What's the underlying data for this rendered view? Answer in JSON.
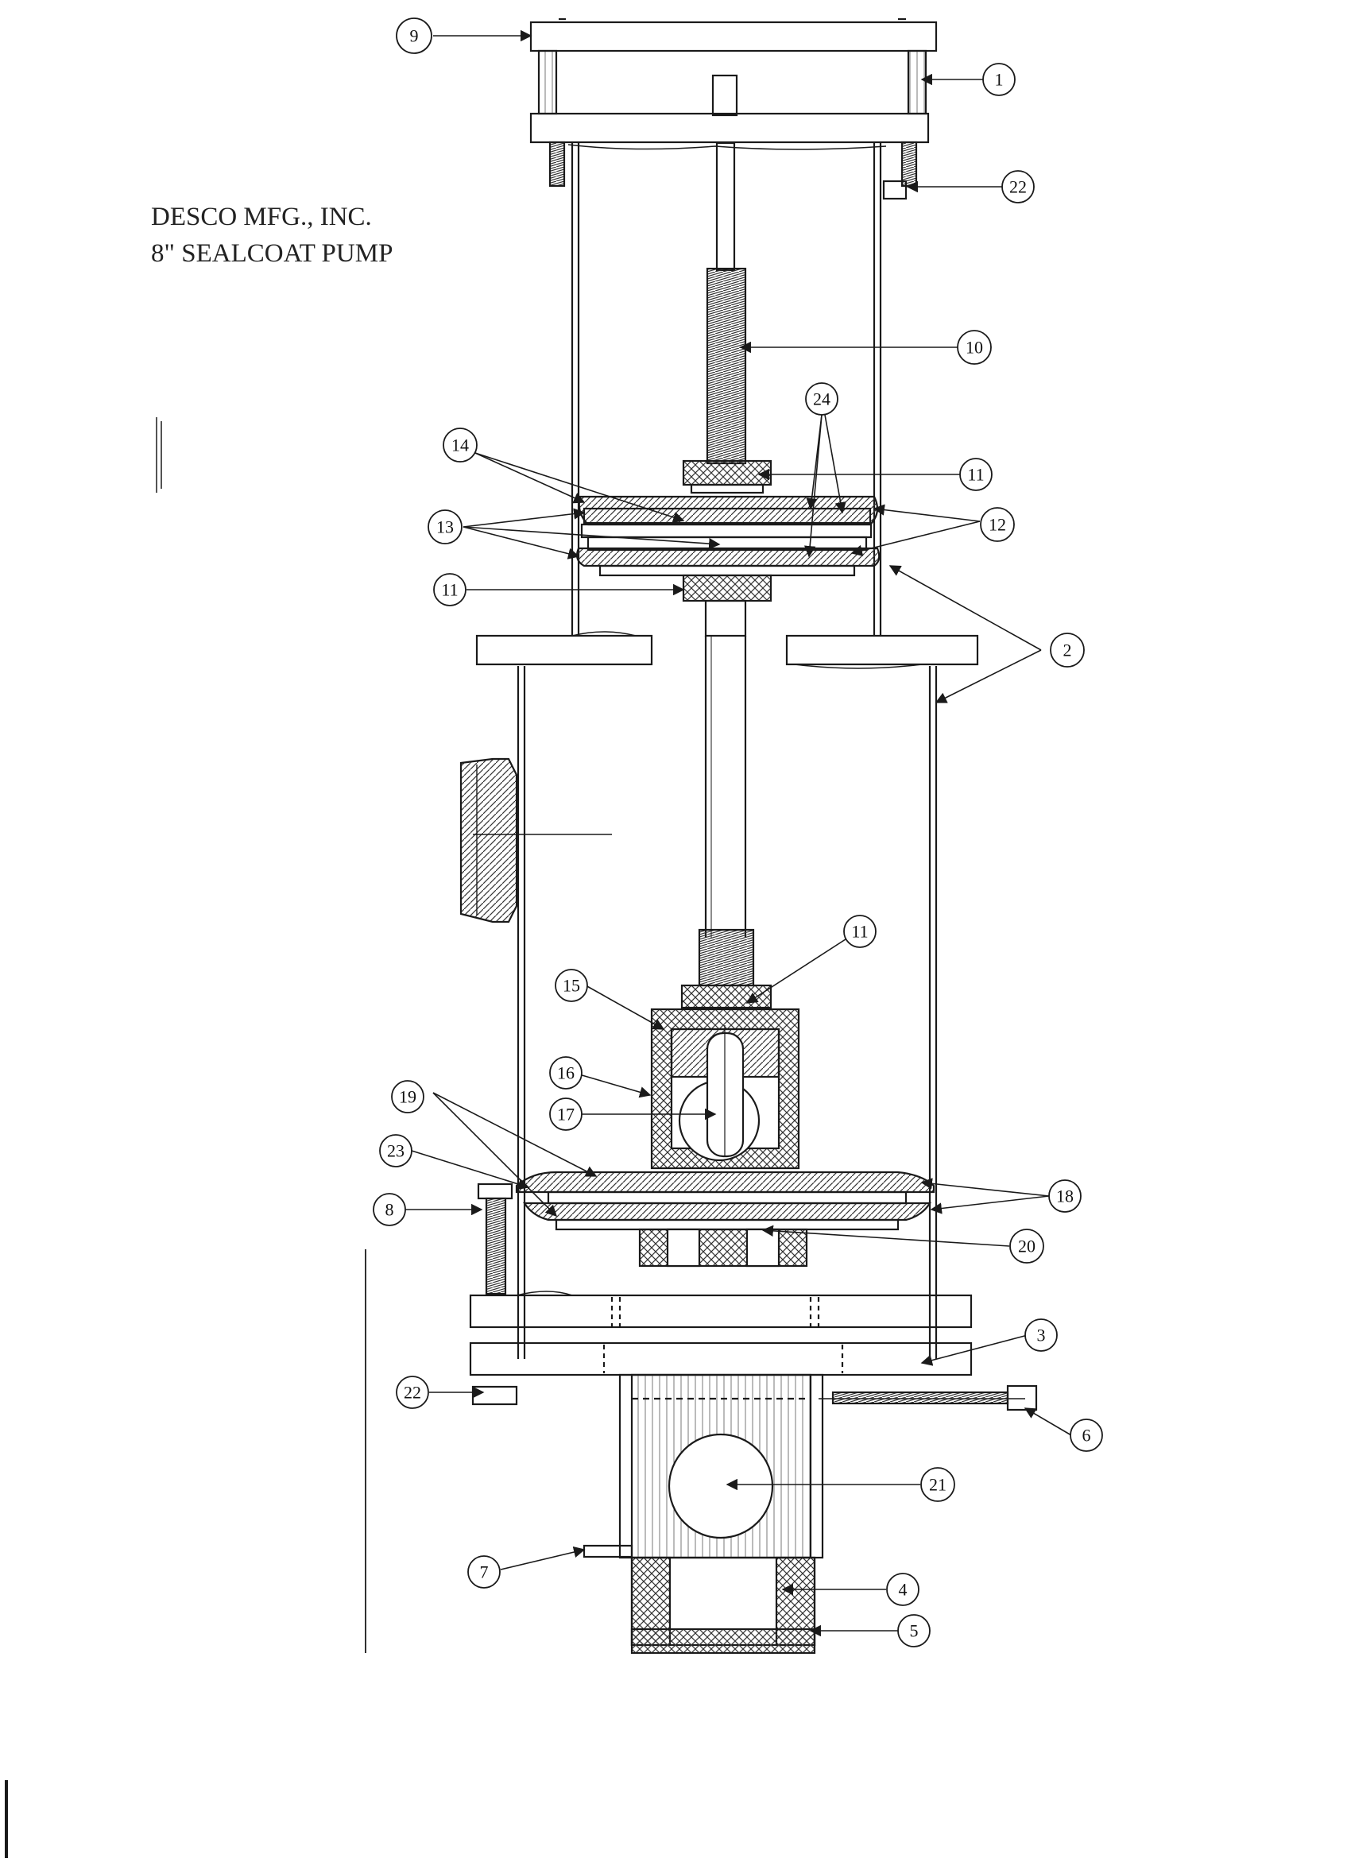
{
  "title": {
    "company": "DESCO MFG., INC.",
    "product": "8\" SEALCOAT PUMP"
  },
  "callouts": {
    "c1": "1",
    "c2": "2",
    "c3": "3",
    "c4": "4",
    "c5": "5",
    "c6": "6",
    "c7": "7",
    "c8": "8",
    "c9": "9",
    "c10": "10",
    "c11a": "11",
    "c11b": "11",
    "c11c": "11",
    "c12": "12",
    "c13": "13",
    "c14": "14",
    "c15": "15",
    "c16": "16",
    "c17": "17",
    "c18": "18",
    "c19": "19",
    "c20": "20",
    "c21": "21",
    "c22a": "22",
    "c22b": "22",
    "c23": "23",
    "c24": "24"
  },
  "colors": {
    "ink": "#1a1a1a",
    "paper": "#ffffff",
    "hatch": "#333333"
  }
}
